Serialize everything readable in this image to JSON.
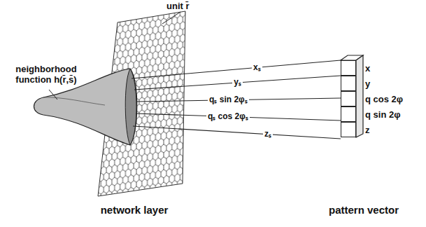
{
  "diagram": {
    "nodes": [
      {
        "text": [
          "x"
        ]
      },
      {
        "text": [
          "y"
        ]
      },
      {
        "text": [
          "q cos 2φ"
        ]
      },
      {
        "text": [
          "q sin 2φ"
        ]
      },
      {
        "text": [
          "z"
        ]
      }
    ],
    "labels": [
      "unit r̄",
      "neighborhood function h(r̄,s̄)",
      "xₛ",
      "yₛ",
      "qₛ sin 2φₛ",
      "qₛ cos 2φₛ",
      "zₛ",
      "network layer",
      "pattern vector"
    ]
  }
}
